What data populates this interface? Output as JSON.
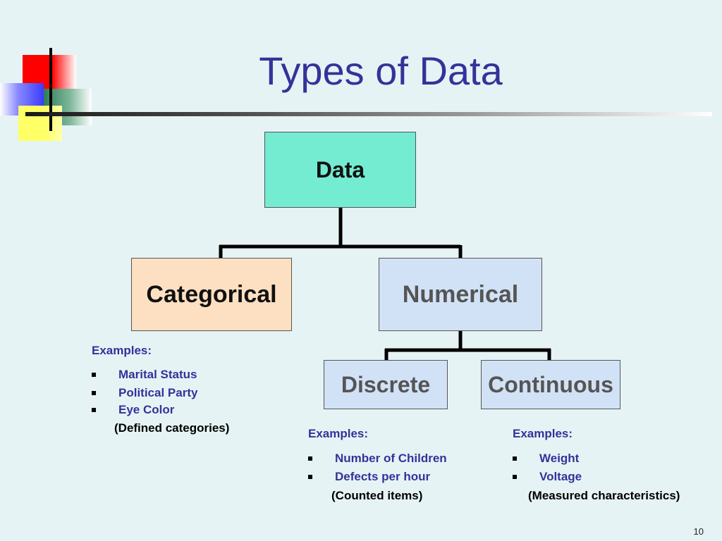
{
  "slide": {
    "title": "Types of Data",
    "page_number": "10"
  },
  "diagram": {
    "root": "Data",
    "categorical": "Categorical",
    "numerical": "Numerical",
    "discrete": "Discrete",
    "continuous": "Continuous"
  },
  "categorical_examples": {
    "heading": "Examples:",
    "items": [
      "Marital Status",
      "Political Party",
      "Eye Color"
    ],
    "note": "(Defined categories)"
  },
  "discrete_examples": {
    "heading": "Examples:",
    "items": [
      "Number of Children",
      "Defects per hour"
    ],
    "note": "(Counted items)"
  },
  "continuous_examples": {
    "heading": "Examples:",
    "items": [
      "Weight",
      "Voltage"
    ],
    "note": "(Measured characteristics)"
  },
  "colors": {
    "title": "#333399",
    "data_box": "#74ecd2",
    "categorical_box": "#fde0c2",
    "numerical_box": "#d2e2f6",
    "background": "#e6f3f5"
  }
}
